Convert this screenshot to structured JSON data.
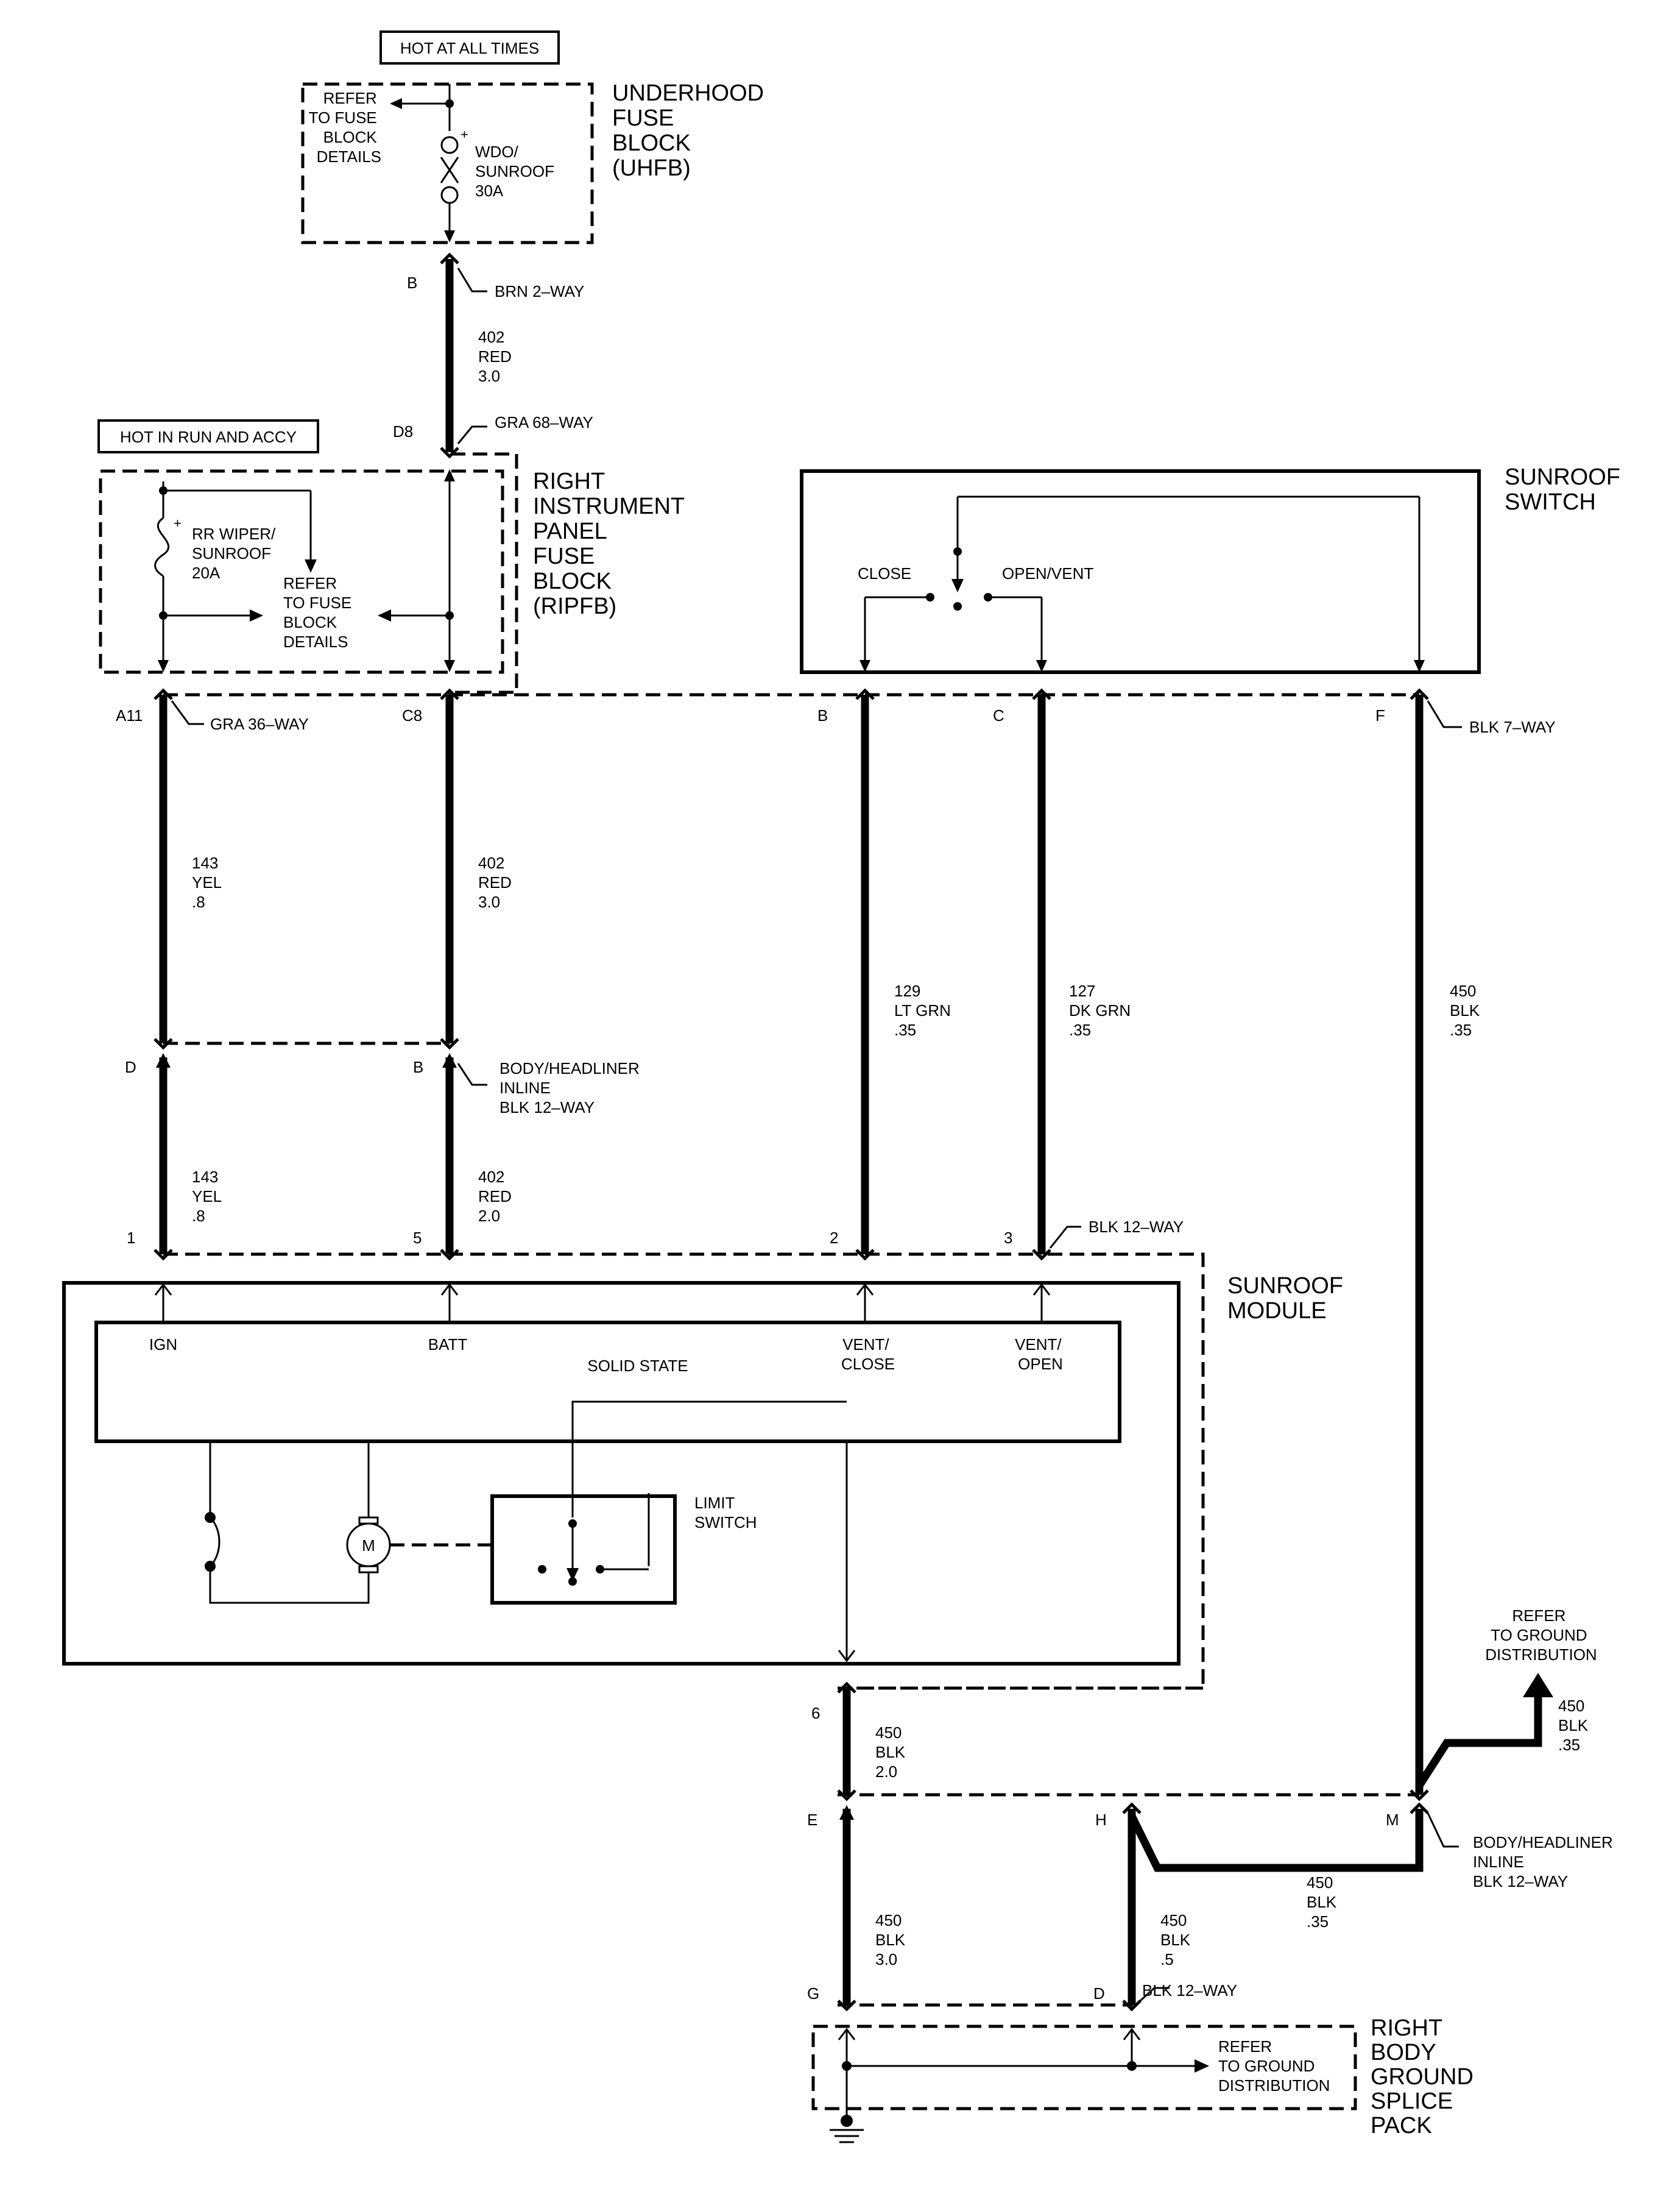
{
  "header": {
    "hot_at_all_times": "HOT AT ALL TIMES",
    "hot_in_run_accy": "HOT IN RUN AND ACCY"
  },
  "uhfb": {
    "title": [
      "UNDERHOOD",
      "FUSE",
      "BLOCK",
      "(UHFB)"
    ],
    "refer": [
      "REFER",
      "TO FUSE",
      "BLOCK",
      "DETAILS"
    ],
    "fuse": [
      "WDO/",
      "SUNROOF",
      "30A"
    ]
  },
  "ripfb": {
    "title": [
      "RIGHT",
      "INSTRUMENT",
      "PANEL",
      "FUSE",
      "BLOCK",
      "(RIPFB)"
    ],
    "refer": [
      "REFER",
      "TO FUSE",
      "BLOCK",
      "DETAILS"
    ],
    "fuse": [
      "RR WIPER/",
      "SUNROOF",
      "20A"
    ]
  },
  "sunroof_switch": {
    "title": [
      "SUNROOF",
      "SWITCH"
    ],
    "close": "CLOSE",
    "open_vent": "OPEN/VENT"
  },
  "sunroof_module": {
    "title": [
      "SUNROOF",
      "MODULE"
    ],
    "ign": "IGN",
    "batt": "BATT",
    "solid_state": "SOLID STATE",
    "vent_close": [
      "VENT/",
      "CLOSE"
    ],
    "vent_open": [
      "VENT/",
      "OPEN"
    ],
    "limit_switch": [
      "LIMIT",
      "SWITCH"
    ],
    "motor": "M"
  },
  "ground_splice": {
    "title": [
      "RIGHT",
      "BODY",
      "GROUND",
      "SPLICE",
      "PACK"
    ],
    "refer": [
      "REFER",
      "TO GROUND",
      "DISTRIBUTION"
    ]
  },
  "ground_refer": [
    "REFER",
    "TO GROUND",
    "DISTRIBUTION"
  ],
  "connectors": {
    "brn2": "BRN 2–WAY",
    "gra68": "GRA 68–WAY",
    "gra36": "GRA 36–WAY",
    "blk7": "BLK 7–WAY",
    "body_headliner_1": [
      "BODY/HEADLINER",
      "INLINE",
      "BLK 12–WAY"
    ],
    "blk12_a": "BLK 12–WAY",
    "body_headliner_2": [
      "BODY/HEADLINER",
      "INLINE",
      "BLK 12–WAY"
    ],
    "blk12_b": "BLK 12–WAY"
  },
  "pins": {
    "B_top": "B",
    "D8": "D8",
    "A11": "A11",
    "C8": "C8",
    "B_sw": "B",
    "C_sw": "C",
    "F_sw": "F",
    "D_inl": "D",
    "B_inl": "B",
    "p1": "1",
    "p5": "5",
    "p2": "2",
    "p3": "3",
    "p6": "6",
    "E": "E",
    "H": "H",
    "M": "M",
    "G": "G",
    "D_low": "D"
  },
  "wires": {
    "w402_top": [
      "402",
      "RED",
      "3.0"
    ],
    "w143_a": [
      "143",
      "YEL",
      ".8"
    ],
    "w402_b": [
      "402",
      "RED",
      "3.0"
    ],
    "w129": [
      "129",
      "LT GRN",
      ".35"
    ],
    "w127": [
      "127",
      "DK GRN",
      ".35"
    ],
    "w450_sw": [
      "450",
      "BLK",
      ".35"
    ],
    "w143_b": [
      "143",
      "YEL",
      ".8"
    ],
    "w402_c": [
      "402",
      "RED",
      "2.0"
    ],
    "w450_m6": [
      "450",
      "BLK",
      "2.0"
    ],
    "w450_gnd": [
      "450",
      "BLK",
      ".35"
    ],
    "w450_hm": [
      "450",
      "BLK",
      ".35"
    ],
    "w450_e": [
      "450",
      "BLK",
      "3.0"
    ],
    "w450_h": [
      "450",
      "BLK",
      ".5"
    ]
  }
}
